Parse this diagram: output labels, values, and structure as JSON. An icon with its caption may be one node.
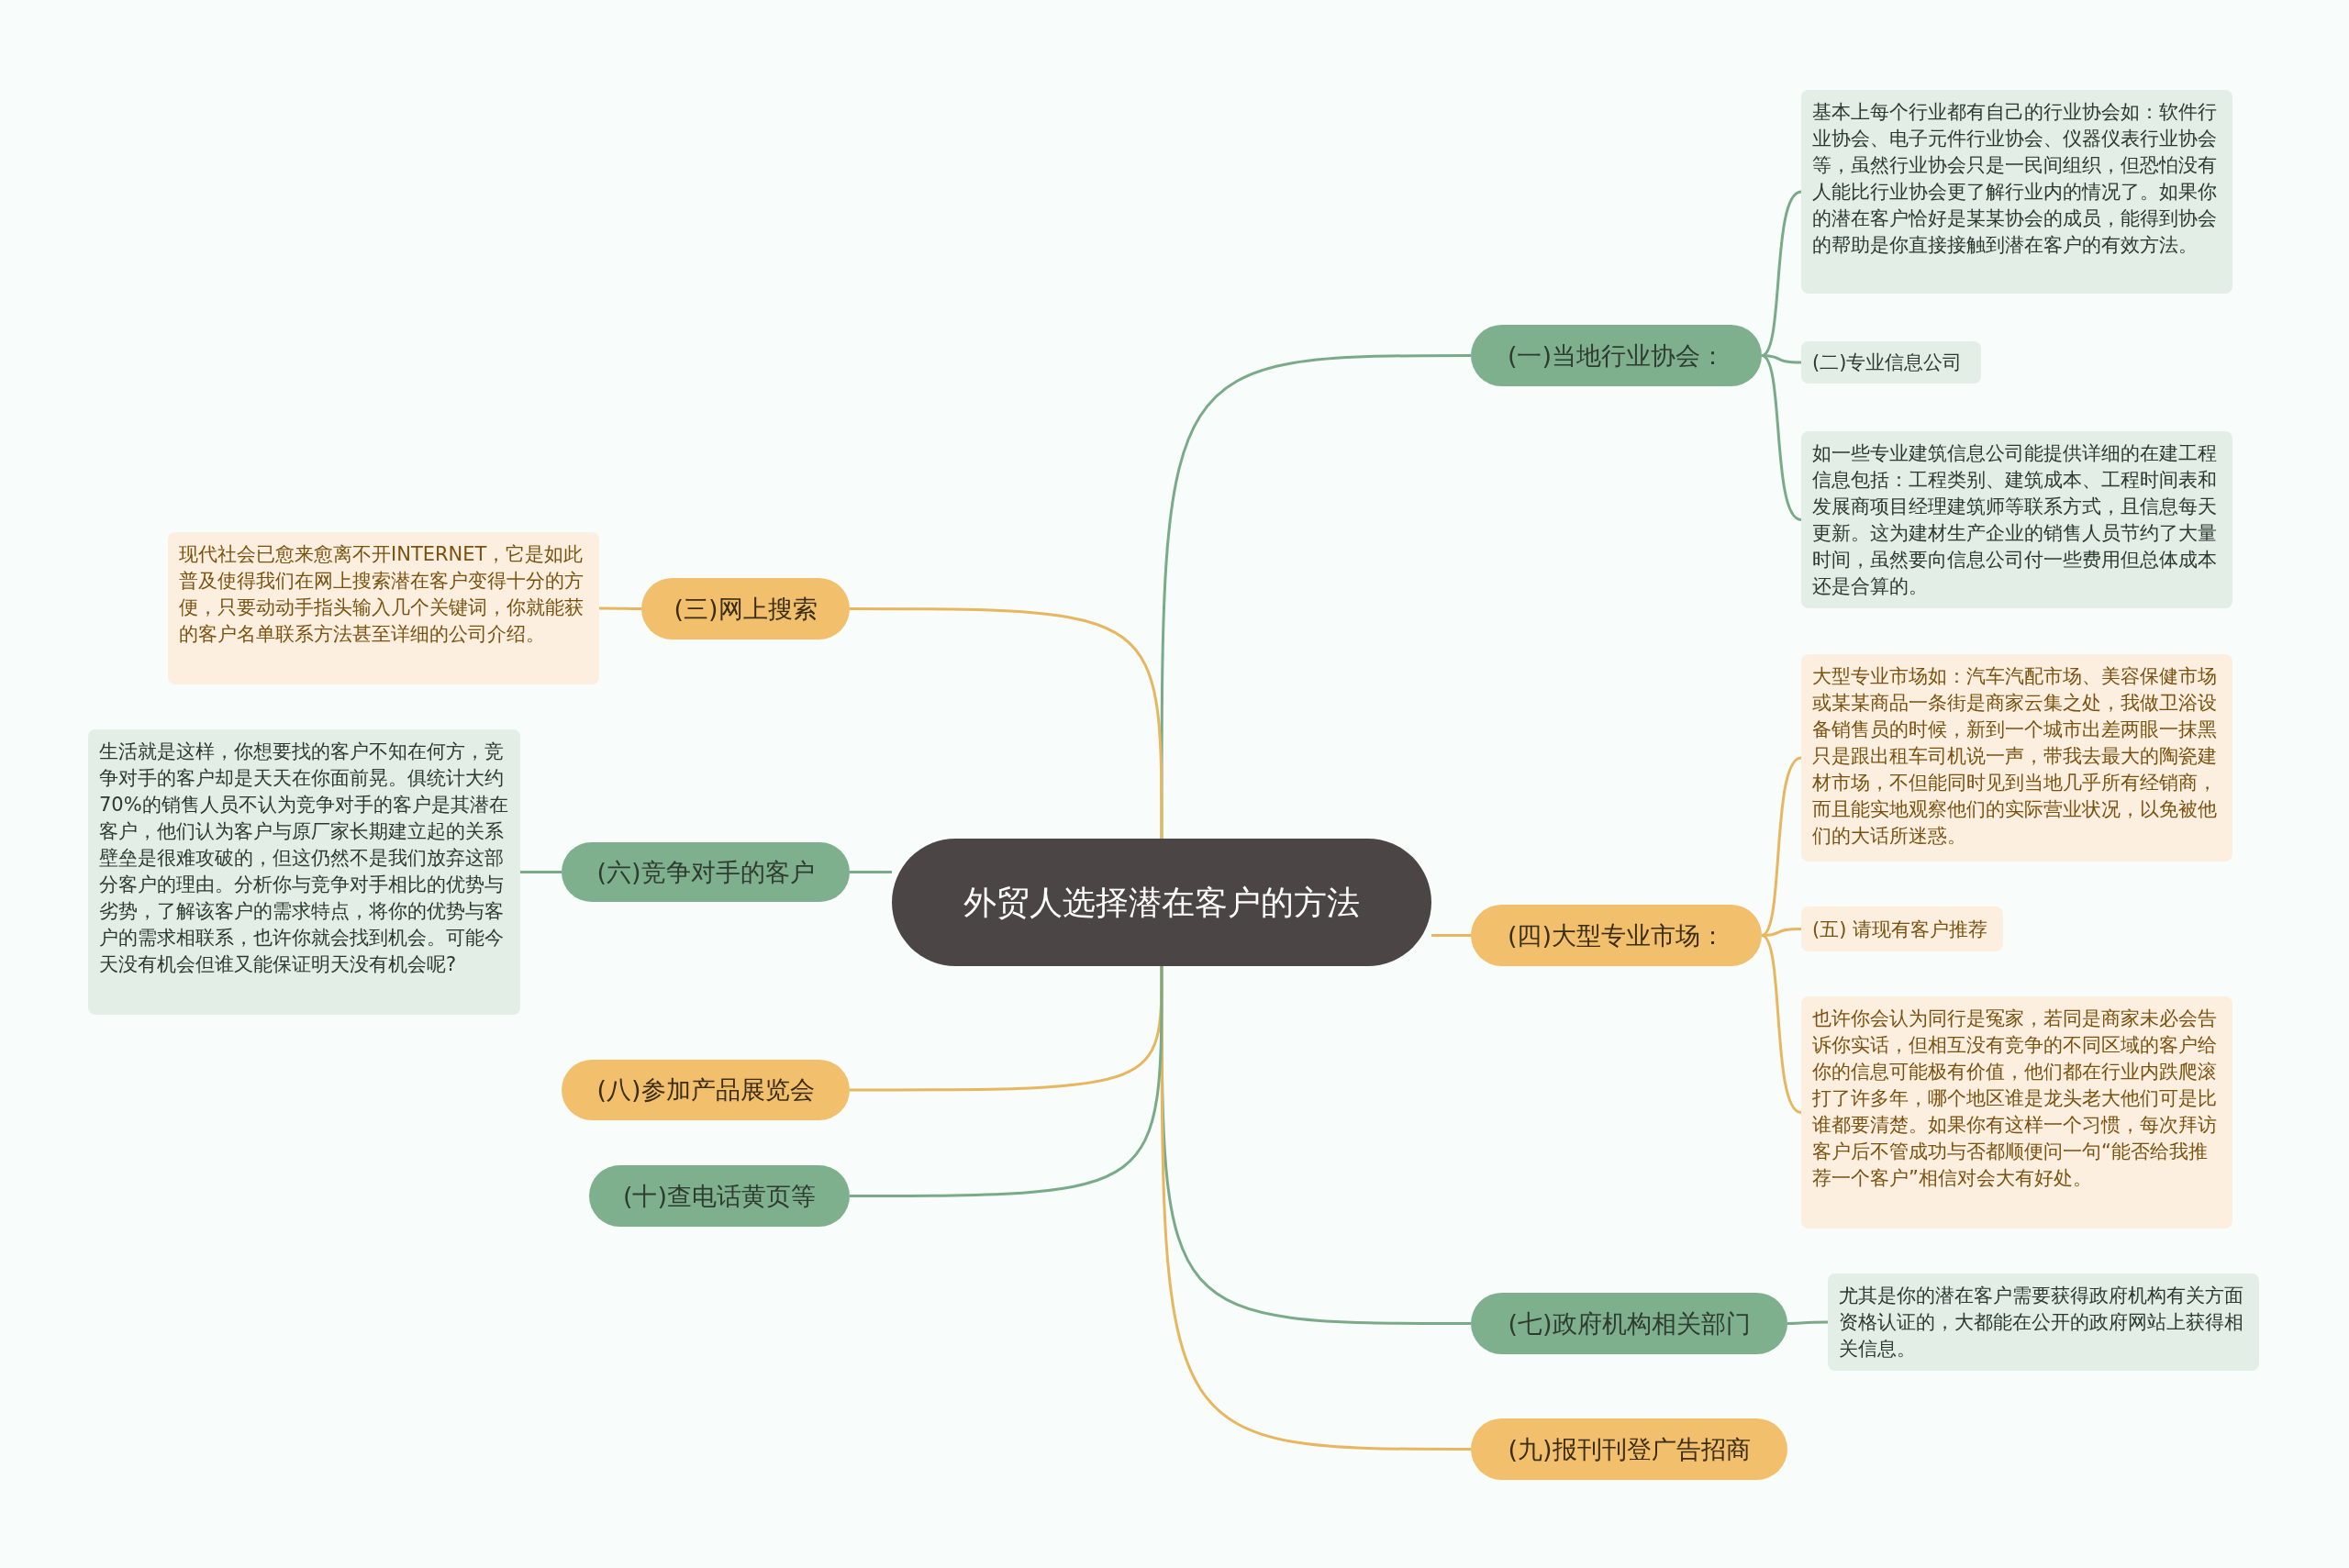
{
  "diagram": {
    "nodes": [
      {
        "text": [
          "外贸人选择潜在客户的方法"
        ]
      },
      {
        "text": [
          "(一)当地行业协会："
        ]
      },
      {
        "text": [
          "基本上每个行业都有自己的行业协会如：软件行业协会、电子元件行业协会、仪器仪表行业协会等，虽然行业协会只是一民间组织，但恐怕没有人能比行业协会更了解行业内的情况了。如果你的潜在客户恰好是某某协会的成员，能得到协会的帮助是你直接接触到潜在客户的有效方法。"
        ]
      },
      {
        "text": [
          "(二)专业信息公司"
        ]
      },
      {
        "text": [
          "如一些专业建筑信息公司能提供详细的在建工程信息包括：工程类别、建筑成本、工程时间表和发展商项目经理建筑师等联系方式，且信息每天更新。这为建材生产企业的销售人员节约了大量时间，虽然要向信息公司付一些费用但总体成本还是合算的。"
        ]
      },
      {
        "text": [
          "(四)大型专业市场："
        ]
      },
      {
        "text": [
          "大型专业市场如：汽车汽配市场、美容保健市场或某某商品一条街是商家云集之处，我做卫浴设备销售员的时候，新到一个城市出差两眼一抹黑只是跟出租车司机说一声，带我去最大的陶瓷建材市场，不但能同时见到当地几乎所有经销商，而且能实地观察他们的实际营业状况，以免被他们的大话所迷惑。"
        ]
      },
      {
        "text": [
          "(五) 请现有客户推荐"
        ]
      },
      {
        "text": [
          "也许你会认为同行是冤家，若同是商家未必会告诉你实话，但相互没有竞争的不同区域的客户给你的信息可能极有价值，他们都在行业内跌爬滚打了许多年，哪个地区谁是龙头老大他们可是比谁都要清楚。如果你有这样一个习惯，每次拜访客户后不管成功与否都顺便问一句“能否给我推荐一个客户”相信对会大有好处。"
        ]
      },
      {
        "text": [
          "(七)政府机构相关部门"
        ]
      },
      {
        "text": [
          "尤其是你的潜在客户需要获得政府机构有关方面资格认证的，大都能在公开的政府网站上获得相关信息。"
        ]
      },
      {
        "text": [
          "(九)报刊刊登广告招商"
        ]
      },
      {
        "text": [
          "(三)网上搜索"
        ]
      },
      {
        "text": [
          "现代社会已愈来愈离不开INTERNET，它是如此普及使得我们在网上搜索潜在客户变得十分的方便，只要动动手指头输入几个关键词，你就能获的客户名单联系方法甚至详细的公司介绍。"
        ]
      },
      {
        "text": [
          "(六)竞争对手的客户"
        ]
      },
      {
        "text": [
          "生活就是这样，你想要找的客户不知在何方，竞争对手的客户却是天天在你面前晃。俱统计大约70%的销售人员不认为竞争对手的客户是其潜在客户，他们认为客户与原厂家长期建立起的关系壁垒是很难攻破的，但这仍然不是我们放弃这部分客户的理由。分析你与竞争对手相比的优势与劣势，了解该客户的需求特点，将你的优势与客户的需求相联系，也许你就会找到机会。可能今天没有机会但谁又能保证明天没有机会呢?"
        ]
      },
      {
        "text": [
          "(八)参加产品展览会"
        ]
      },
      {
        "text": [
          "(十)查电话黄页等"
        ]
      }
    ],
    "edges": [
      {
        "from": 0,
        "to": 1,
        "arrow": "none",
        "color": "#7aab88"
      },
      {
        "from": 0,
        "to": 5,
        "arrow": "none",
        "color": "#e8b65f"
      },
      {
        "from": 0,
        "to": 9,
        "arrow": "none",
        "color": "#7aab88"
      },
      {
        "from": 0,
        "to": 11,
        "arrow": "none",
        "color": "#e8b65f"
      },
      {
        "from": 0,
        "to": 12,
        "arrow": "none",
        "color": "#e8b65f"
      },
      {
        "from": 0,
        "to": 14,
        "arrow": "none",
        "color": "#7aab88"
      },
      {
        "from": 0,
        "to": 16,
        "arrow": "none",
        "color": "#e8b65f"
      },
      {
        "from": 0,
        "to": 17,
        "arrow": "none",
        "color": "#7aab88"
      },
      {
        "from": 1,
        "to": 2,
        "arrow": "none",
        "color": "#7aab88"
      },
      {
        "from": 1,
        "to": 3,
        "arrow": "none",
        "color": "#7aab88"
      },
      {
        "from": 1,
        "to": 4,
        "arrow": "none",
        "color": "#7aab88"
      },
      {
        "from": 5,
        "to": 6,
        "arrow": "none",
        "color": "#e8b65f"
      },
      {
        "from": 5,
        "to": 7,
        "arrow": "none",
        "color": "#e8b65f"
      },
      {
        "from": 5,
        "to": 8,
        "arrow": "none",
        "color": "#e8b65f"
      },
      {
        "from": 9,
        "to": 10,
        "arrow": "none",
        "color": "#7aab88"
      },
      {
        "from": 12,
        "to": 13,
        "arrow": "none",
        "color": "#e8b65f"
      },
      {
        "from": 14,
        "to": 15,
        "arrow": "none",
        "color": "#7aab88"
      }
    ]
  }
}
